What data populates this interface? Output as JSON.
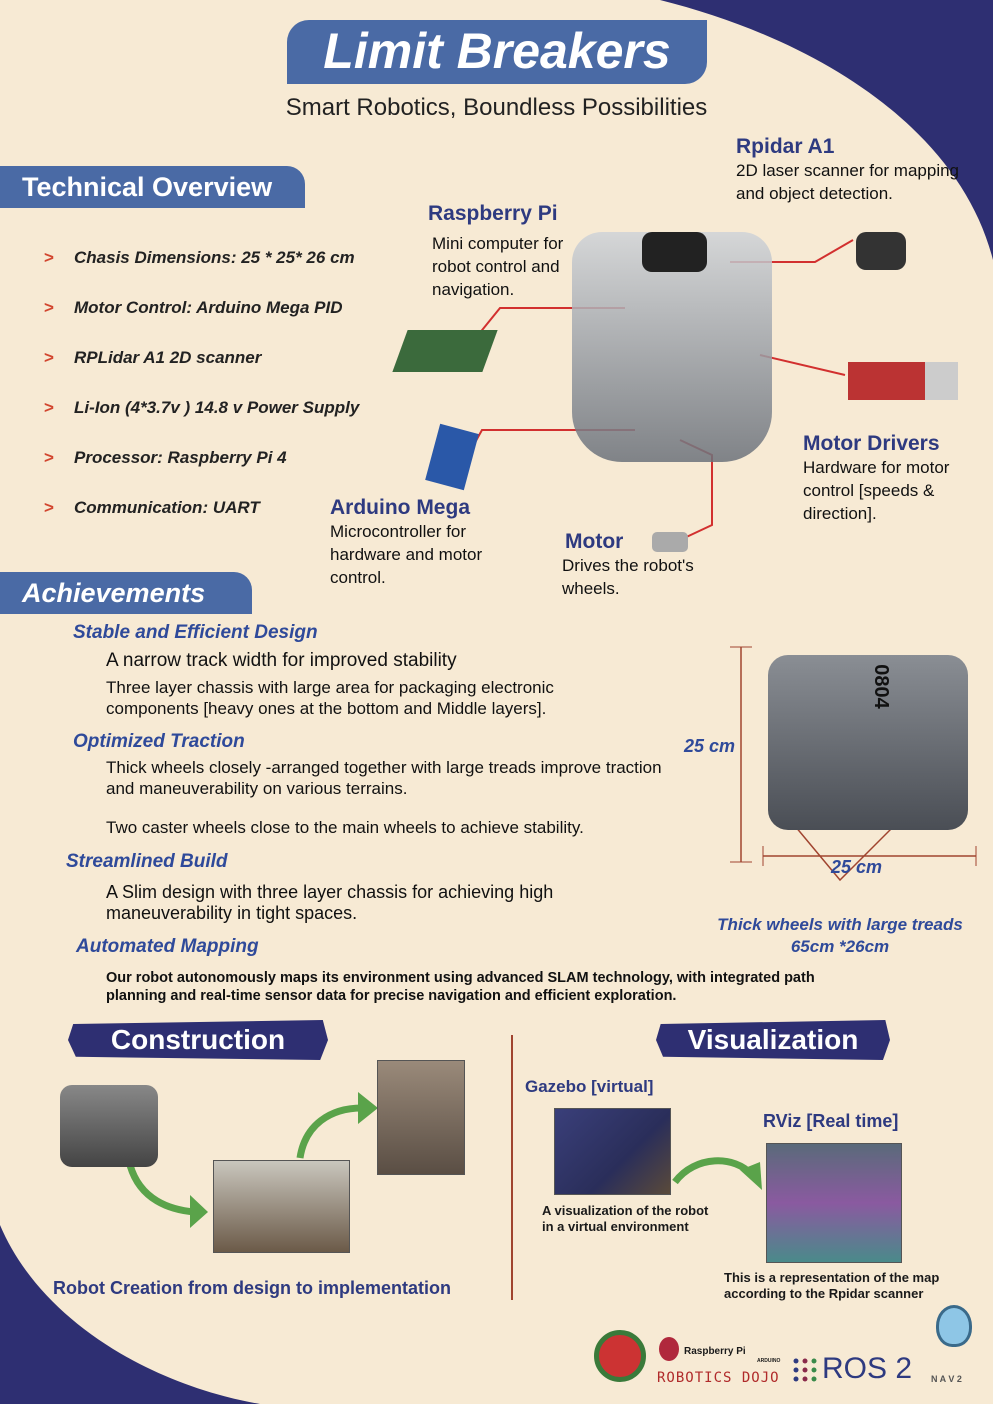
{
  "header": {
    "title": "Limit Breakers",
    "subtitle": "Smart Robotics, Boundless Possibilities"
  },
  "technical_overview": {
    "heading": "Technical Overview",
    "marker": ">",
    "items": [
      "Chasis Dimensions: 25 * 25* 26 cm",
      "Motor Control: Arduino Mega PID",
      "RPLidar A1 2D scanner",
      "Li-Ion (4*3.7v ) 14.8 v Power Supply",
      "Processor: Raspberry Pi 4",
      "Communication: UART"
    ]
  },
  "components": [
    {
      "name": "Rpidar  A1",
      "desc": "2D laser scanner for mapping and object detection."
    },
    {
      "name": "Raspberry Pi",
      "desc": "Mini computer for robot control and navigation."
    },
    {
      "name": "Motor Drivers",
      "desc": "Hardware for motor control [speeds & direction]."
    },
    {
      "name": "Arduino Mega",
      "desc": "Microcontroller for hardware and motor control."
    },
    {
      "name": "Motor",
      "desc": "Drives the robot's wheels."
    }
  ],
  "achievements": {
    "heading": "Achievements",
    "sections": [
      {
        "title": "Stable and Efficient Design",
        "lines": [
          "A narrow track width for improved stability",
          "Three layer chassis with large area for packaging electronic components [heavy ones at the bottom and Middle layers]."
        ]
      },
      {
        "title": "Optimized Traction",
        "lines": [
          "Thick wheels closely -arranged together with large treads improve traction and maneuverability on various terrains.",
          "Two caster wheels close to the main wheels to achieve stability."
        ]
      },
      {
        "title": "Streamlined Build",
        "lines": [
          "A Slim design with three layer chassis for achieving high maneuverability in tight spaces."
        ]
      },
      {
        "title": "Automated Mapping",
        "lines": [
          "Our robot autonomously maps its environment using advanced SLAM technology, with integrated path planning and real-time sensor data for precise navigation and efficient exploration."
        ]
      }
    ]
  },
  "dimensions": {
    "height": "25 cm",
    "width": "25 cm",
    "caption1": "Thick wheels with large treads",
    "caption2": "65cm *26cm",
    "model_label": "0804"
  },
  "construction": {
    "heading": "Construction",
    "caption": "Robot Creation from design to implementation"
  },
  "visualization": {
    "heading": "Visualization",
    "gazebo_title": "Gazebo [virtual]",
    "gazebo_caption": "A visualization of the robot in a virtual environment",
    "rviz_title": "RViz [Real time]",
    "rviz_caption": "This is a representation of the map according to the Rpidar scanner"
  },
  "logos": {
    "raspberry": "Raspberry Pi",
    "arduino": "ARDUINO",
    "dojo": "ROBOTICS DOJO",
    "ros": "ROS 2",
    "nav": "N A V 2"
  },
  "colors": {
    "background": "#f7ead4",
    "navy": "#2e2f72",
    "blue": "#4a6aa5",
    "arrow": "#d2462f"
  }
}
